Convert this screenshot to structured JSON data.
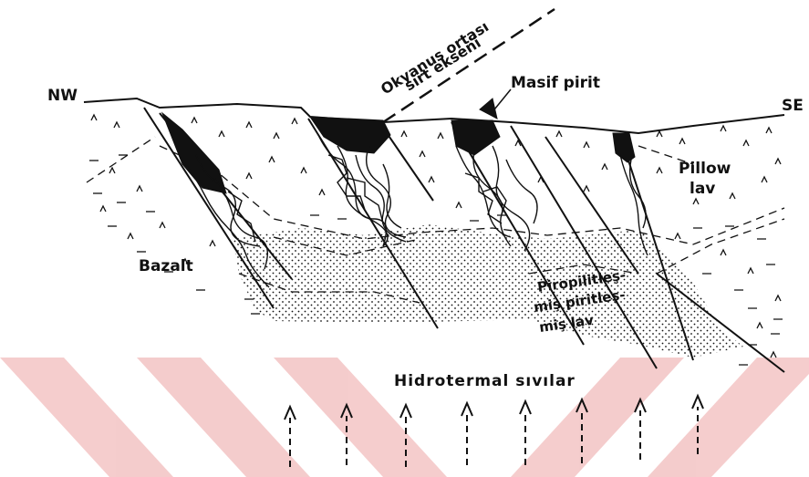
{
  "labels": {
    "nw": "NW",
    "se": "SE",
    "ridge_axis_line1": "Okyanus ortası",
    "ridge_axis_line2": "sırt ekseni",
    "massive_pyrite": "Masif pirit",
    "pillow_line1": "Pillow",
    "pillow_line2": "lav",
    "basalt": "Bazalt",
    "altered_line1": "Piropilitleş-",
    "altered_line2": "miş piritleş-",
    "altered_line3": "miş lav",
    "fluids": "Hidrotermal sıvılar"
  },
  "colors": {
    "ink": "#111111",
    "watermark": "#f3c4c4",
    "paper": "#ffffff"
  },
  "icons": {
    "fluid_arrow": "dashed-up-arrow-icon"
  }
}
